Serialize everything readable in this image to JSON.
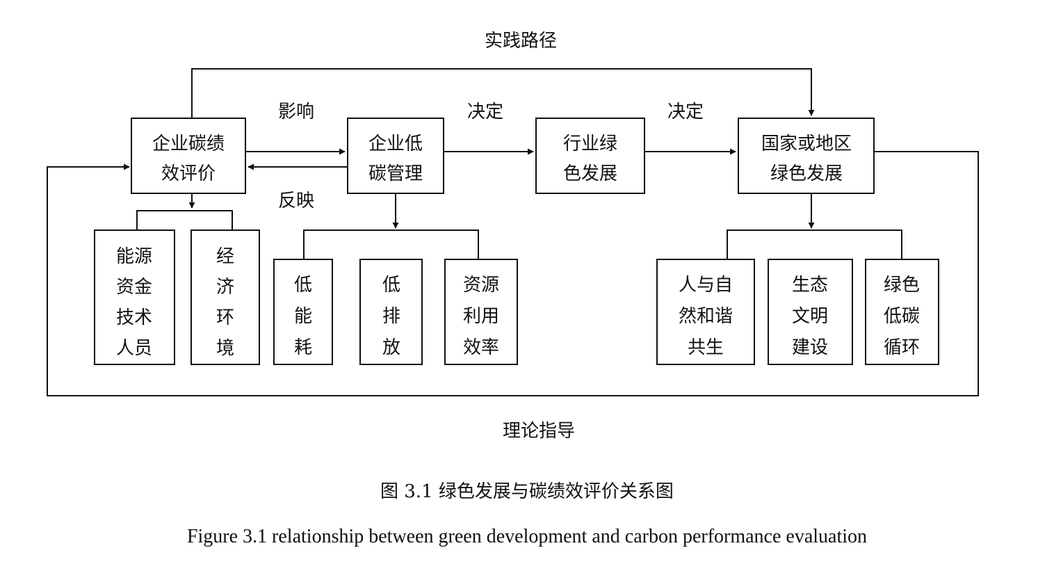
{
  "edge_labels": {
    "practice_path": "实践路径",
    "influence": "影响",
    "decide_1": "决定",
    "decide_2": "决定",
    "reflect": "反映",
    "theory_guidance": "理论指导"
  },
  "nodes": {
    "carbon_eval": [
      "企业碳绩",
      "效评价"
    ],
    "low_carbon_mgmt": [
      "企业低",
      "碳管理"
    ],
    "industry_green": [
      "行业绿",
      "色发展"
    ],
    "national_green": [
      "国家或地区",
      "绿色发展"
    ],
    "energy_funds": [
      "能源",
      "资金",
      "技术",
      "人员"
    ],
    "economic_env": [
      "经",
      "济",
      "环",
      "境"
    ],
    "low_energy": [
      "低",
      "能",
      "耗"
    ],
    "low_emission": [
      "低",
      "排",
      "放"
    ],
    "resource_eff": [
      "资源",
      "利用",
      "效率"
    ],
    "harmony": [
      "人与自",
      "然和谐",
      "共生"
    ],
    "eco_civ": [
      "生态",
      "文明",
      "建设"
    ],
    "green_cycle": [
      "绿色",
      "低碳",
      "循环"
    ]
  },
  "caption": {
    "cn": "图 3.1 绿色发展与碳绩效评价关系图",
    "en": "Figure 3.1 relationship between green development and carbon performance evaluation"
  }
}
